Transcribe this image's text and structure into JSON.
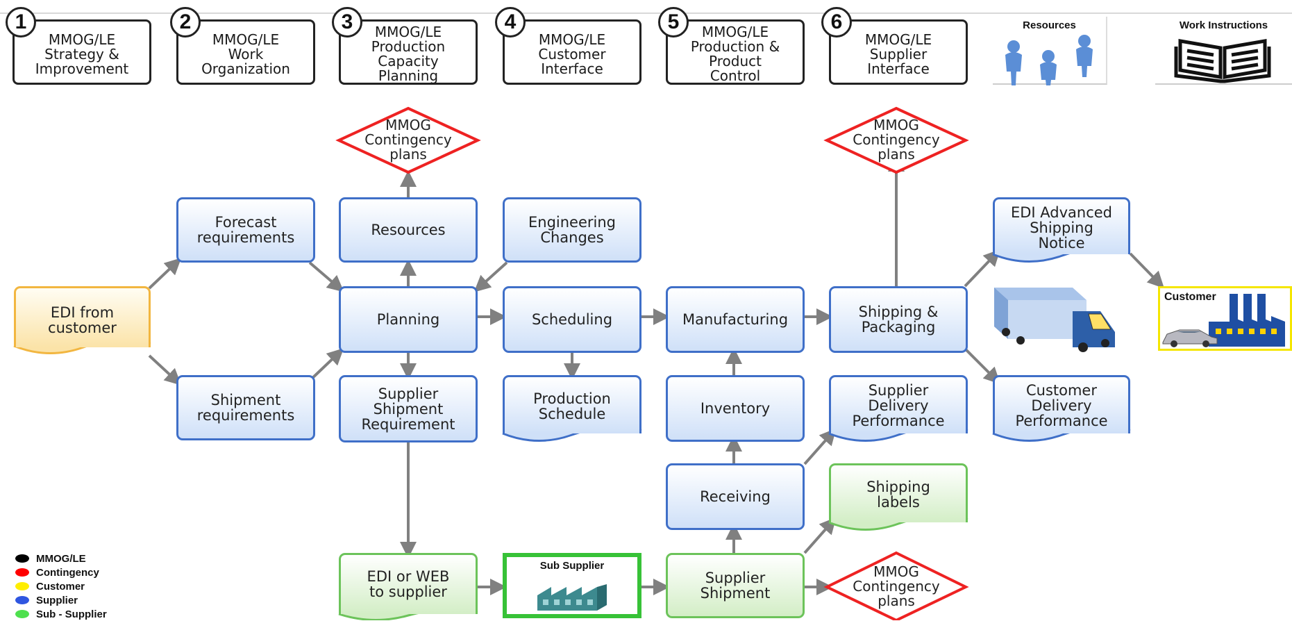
{
  "modules": [
    {
      "num": "1",
      "text": "MMOG/LE\nStrategy &\nImprovement"
    },
    {
      "num": "2",
      "text": "MMOG/LE\nWork\nOrganization"
    },
    {
      "num": "3",
      "text": "MMOG/LE\nProduction\nCapacity\nPlanning"
    },
    {
      "num": "4",
      "text": "MMOG/LE\nCustomer\nInterface"
    },
    {
      "num": "5",
      "text": "MMOG/LE\nProduction &\nProduct\nControl"
    },
    {
      "num": "6",
      "text": "MMOG/LE\nSupplier\nInterface"
    }
  ],
  "resources_badge": "Resources",
  "work_instructions_badge": "Work Instructions",
  "nodes": {
    "edi_from_customer": "EDI from\ncustomer",
    "forecast": "Forecast\nrequirements",
    "shipment_req": "Shipment\nrequirements",
    "resources": "Resources",
    "planning": "Planning",
    "supplier_shipment_req": "Supplier\nShipment\nRequirement",
    "engineering": "Engineering\nChanges",
    "scheduling": "Scheduling",
    "production_schedule": "Production\nSchedule",
    "manufacturing": "Manufacturing",
    "inventory": "Inventory",
    "receiving": "Receiving",
    "shipping_packaging": "Shipping &\nPackaging",
    "edi_asn": "EDI Advanced\nShipping\nNotice",
    "supplier_delivery": "Supplier\nDelivery\nPerformance",
    "customer_delivery": "Customer\nDelivery\nPerformance",
    "shipping_labels": "Shipping\nlabels",
    "edi_web": "EDI or WEB\nto supplier",
    "supplier_shipment": "Supplier\nShipment",
    "contingency_1": "MMOG\nContingency\nplans",
    "contingency_2": "MMOG\nContingency\nplans",
    "contingency_3": "MMOG\nContingency\nplans"
  },
  "sub_supplier_label": "Sub Supplier",
  "customer_label": "Customer",
  "legend": [
    {
      "label": "MMOG/LE",
      "color": "#000000"
    },
    {
      "label": "Contingency",
      "color": "#ff0000"
    },
    {
      "label": "Customer",
      "color": "#ffee00"
    },
    {
      "label": "Supplier",
      "color": "#2f56e0"
    },
    {
      "label": "Sub - Supplier",
      "color": "#4ee04e"
    }
  ],
  "colors": {
    "supplier": "#3f6fc8",
    "sub_supplier": "#6cc35a",
    "customer": "#f2b640",
    "contingency": "#ee2222",
    "arrow": "#808080"
  }
}
